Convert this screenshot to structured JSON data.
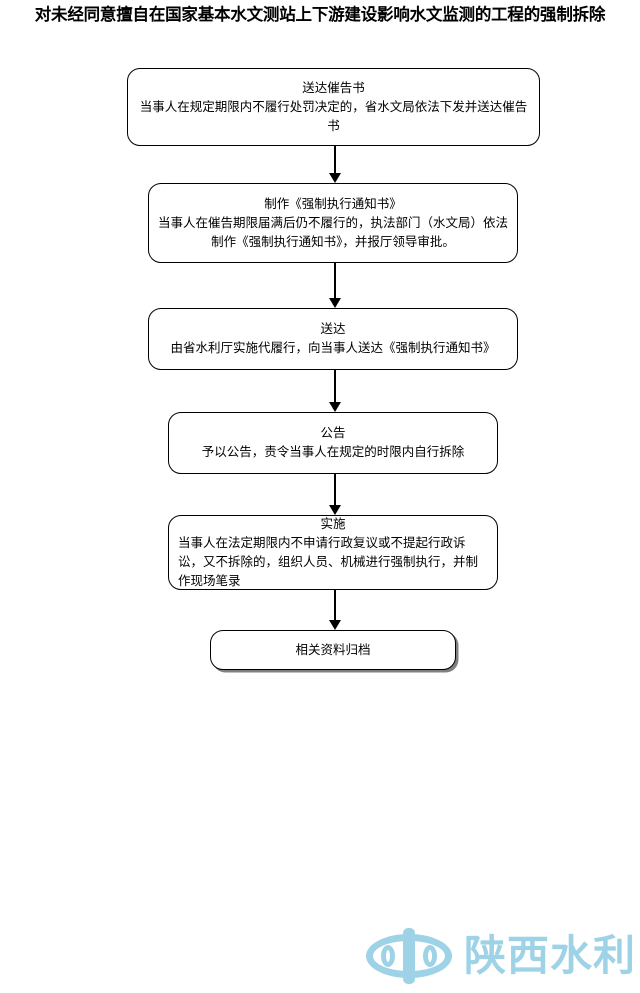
{
  "page": {
    "title": "对未经同意擅自在国家基本水文测站上下游建设影响水文监测的工程的强制拆除"
  },
  "flowchart": {
    "orientation": "vertical",
    "connector_count": 5,
    "nodes": [
      {
        "id": "node-1",
        "title": "送达催告书",
        "body": "当事人在规定期限内不履行处罚决定的，省水文局依法下发并送达催告书"
      },
      {
        "id": "node-2",
        "title": "制作《强制执行通知书》",
        "body": "当事人在催告期限届满后仍不履行的，执法部门（水文局）依法制作《强制执行通知书》，并报厅领导审批。"
      },
      {
        "id": "node-3",
        "title": "送达",
        "body": "由省水利厅实施代履行，向当事人送达《强制执行通知书》"
      },
      {
        "id": "node-4",
        "title": "公告",
        "body": "予以公告，责令当事人在规定的时限内自行拆除"
      },
      {
        "id": "node-5",
        "title": "实施",
        "body": "当事人在法定期限内不申请行政复议或不提起行政诉讼，又不拆除的，组织人员、机械进行强制执行，并制作现场笔录"
      },
      {
        "id": "node-6",
        "title": "",
        "body": "相关资料归档"
      }
    ]
  },
  "logo": {
    "text": "陕西水利",
    "emblem_name": "shaanxi-water-emblem",
    "color": "#9ed2e6"
  }
}
